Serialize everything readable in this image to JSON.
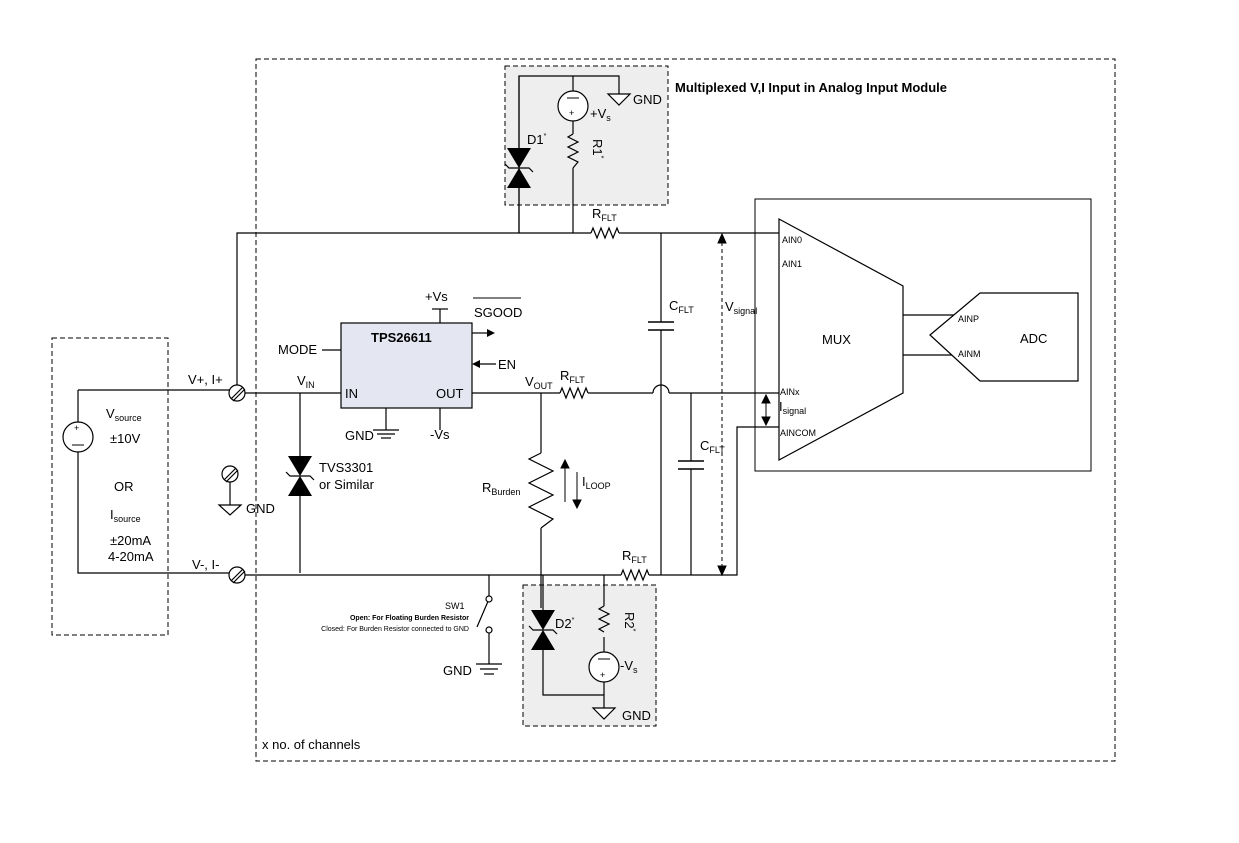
{
  "module": {
    "title": "Multiplexed V,I Input in Analog Input Module",
    "channels_note": "x no. of channels"
  },
  "source": {
    "v_main": "V",
    "v_sub": "source",
    "v_range": "±10V",
    "or": "OR",
    "i_main": "I",
    "i_sub": "source",
    "i_range1": "±20mA",
    "i_range2": "4-20mA"
  },
  "terminals": {
    "pos": "V+, I+",
    "neg": "V-, I-"
  },
  "gnd_label": "GND",
  "tvs": {
    "line1": "TVS3301",
    "line2": "or Similar"
  },
  "ic": {
    "name": "TPS26611",
    "in": "IN",
    "out": "OUT",
    "mode": "MODE",
    "en": "EN",
    "vs_pos": "+Vs",
    "vs_neg": "-Vs",
    "sgood": "SGOOD",
    "gnd": "GND"
  },
  "vin": {
    "main": "V",
    "sub": "IN"
  },
  "vout": {
    "main": "V",
    "sub": "OUT"
  },
  "rflt": {
    "main": "R",
    "sub": "FLT"
  },
  "cflt": {
    "main": "C",
    "sub": "FLT"
  },
  "rburden": {
    "main": "R",
    "sub": "Burden"
  },
  "iloop": {
    "main": "I",
    "sub": "LOOP"
  },
  "vsignal": {
    "main": "V",
    "sub": "signal"
  },
  "isignal": {
    "main": "I",
    "sub": "signal"
  },
  "prot_top": {
    "d1": "D1",
    "r1": "R1",
    "star": "*",
    "vs_main": "+V",
    "vs_sub": "s"
  },
  "prot_bot": {
    "d2": "D2",
    "r2": "R2",
    "star": "*",
    "vs_main": "-V",
    "vs_sub": "s"
  },
  "switch": {
    "name": "SW1",
    "open": "Open: For Floating Burden Resistor",
    "closed": "Closed: For Burden Resistor connected to GND"
  },
  "mux": {
    "label": "MUX",
    "ain0": "AIN0",
    "ain1": "AIN1",
    "ainx": "AINx",
    "aincom": "AINCOM"
  },
  "adc": {
    "label": "ADC",
    "ainp": "AINP",
    "ainm": "AINM"
  },
  "source_polarity": {
    "plus": "+",
    "minus": "−"
  }
}
